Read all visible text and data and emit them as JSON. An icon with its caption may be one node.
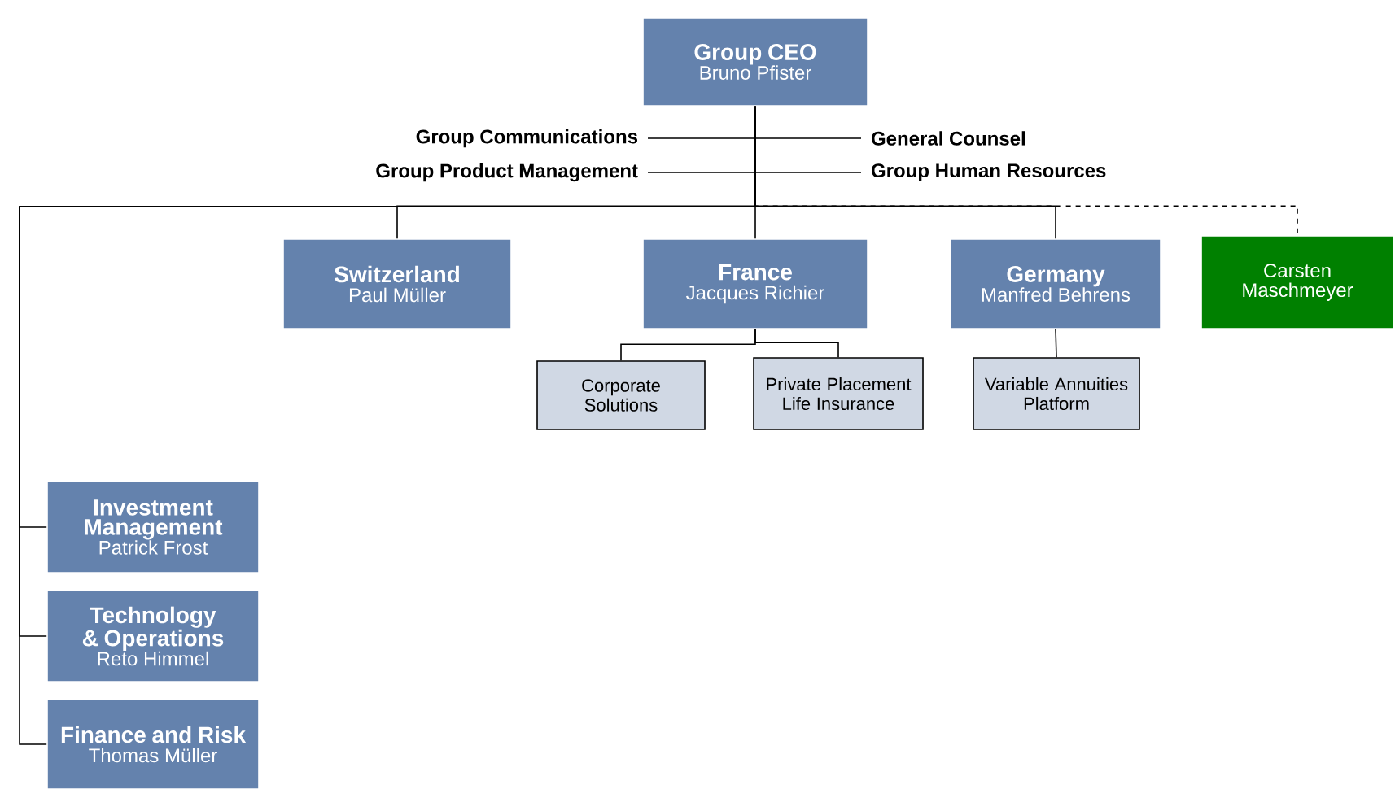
{
  "diagram": {
    "nodes": [
      {
        "text": [
          "Group CEO",
          "Bruno Pfister"
        ]
      },
      {
        "text": [
          "Group Communications"
        ]
      },
      {
        "text": [
          "General Counsel"
        ]
      },
      {
        "text": [
          "Group Product Management"
        ]
      },
      {
        "text": [
          "Group Human Resources"
        ]
      },
      {
        "text": [
          "Switzerland",
          "Paul Müller"
        ]
      },
      {
        "text": [
          "France",
          "Jacques Richier"
        ]
      },
      {
        "text": [
          "Germany",
          "Manfred Behrens"
        ]
      },
      {
        "text": [
          "Carsten Maschmeyer"
        ]
      },
      {
        "text": [
          "Corporate Solutions"
        ]
      },
      {
        "text": [
          "Private Placement Life Insurance"
        ]
      },
      {
        "text": [
          "Variable Annuities Platform"
        ]
      },
      {
        "text": [
          "Investment Management",
          "Patrick Frost"
        ]
      },
      {
        "text": [
          "Technology & Operations",
          "Reto Himmel"
        ]
      },
      {
        "text": [
          "Finance and Risk",
          "Thomas Müller"
        ]
      }
    ],
    "edges": [
      {
        "from": 0,
        "to": 1,
        "arrow": "none"
      },
      {
        "from": 0,
        "to": 2,
        "arrow": "none"
      },
      {
        "from": 0,
        "to": 3,
        "arrow": "none"
      },
      {
        "from": 0,
        "to": 4,
        "arrow": "none"
      },
      {
        "from": 0,
        "to": 5,
        "arrow": "none"
      },
      {
        "from": 0,
        "to": 6,
        "arrow": "none"
      },
      {
        "from": 0,
        "to": 7,
        "arrow": "none"
      },
      {
        "from": 0,
        "to": 8,
        "arrow": "none",
        "style": "dashed"
      },
      {
        "from": 6,
        "to": 9,
        "arrow": "none"
      },
      {
        "from": 6,
        "to": 10,
        "arrow": "none"
      },
      {
        "from": 7,
        "to": 11,
        "arrow": "none"
      },
      {
        "from": 0,
        "to": 12,
        "arrow": "none"
      },
      {
        "from": 0,
        "to": 13,
        "arrow": "none"
      },
      {
        "from": 0,
        "to": 14,
        "arrow": "none"
      }
    ]
  }
}
